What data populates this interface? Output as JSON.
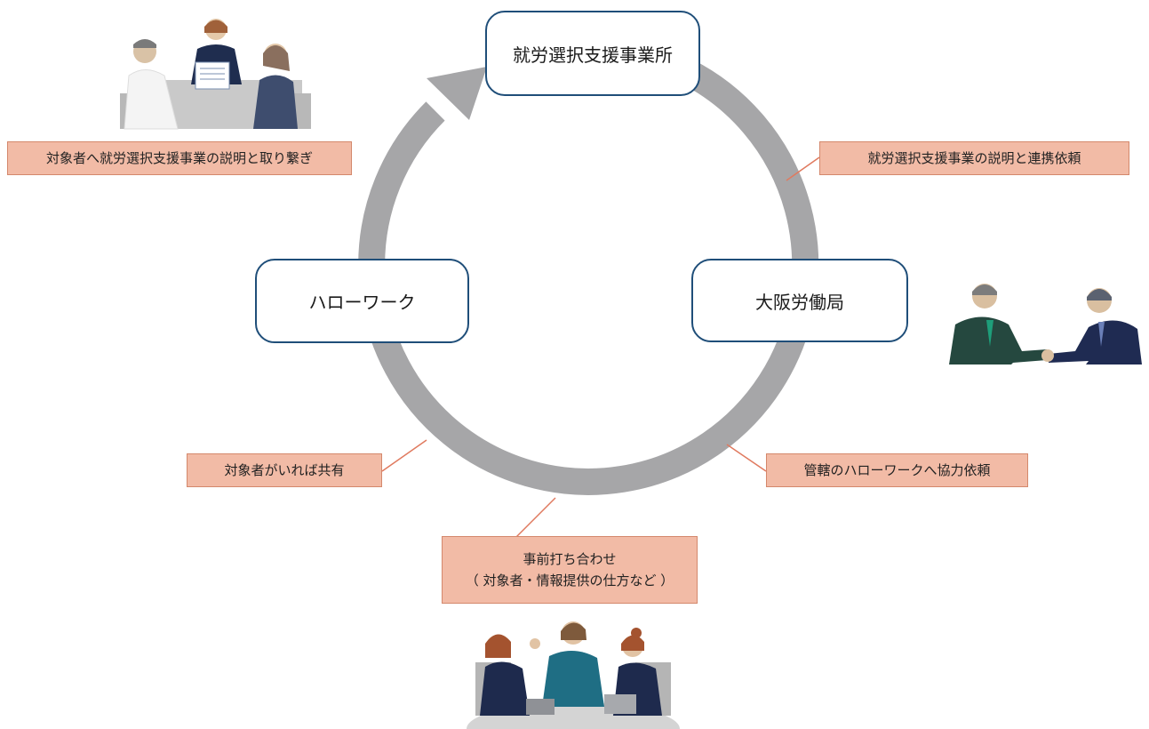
{
  "nodes": {
    "top": "就労選択支援事業所",
    "left": "ハローワーク",
    "right": "大阪労働局"
  },
  "labels": {
    "top_left": "対象者へ就労選択支援事業の説明と取り繋ぎ",
    "top_right": "就労選択支援事業の説明と連携依頼",
    "bottom_right": "管轄のハローワークへ協力依頼",
    "bottom_left": "対象者がいれば共有",
    "bottom_center_line1": "事前打ち合わせ",
    "bottom_center_line2": "（ 対象者・情報提供の仕方など ）"
  },
  "colors": {
    "cycle": "#a6a6a8",
    "node_border": "#1f4e79",
    "label_fill": "#f2bba6",
    "connector": "#e07a5f"
  },
  "illustrations": [
    "meeting-three-people-illustration",
    "handshake-illustration",
    "team-meeting-laptops-illustration"
  ]
}
